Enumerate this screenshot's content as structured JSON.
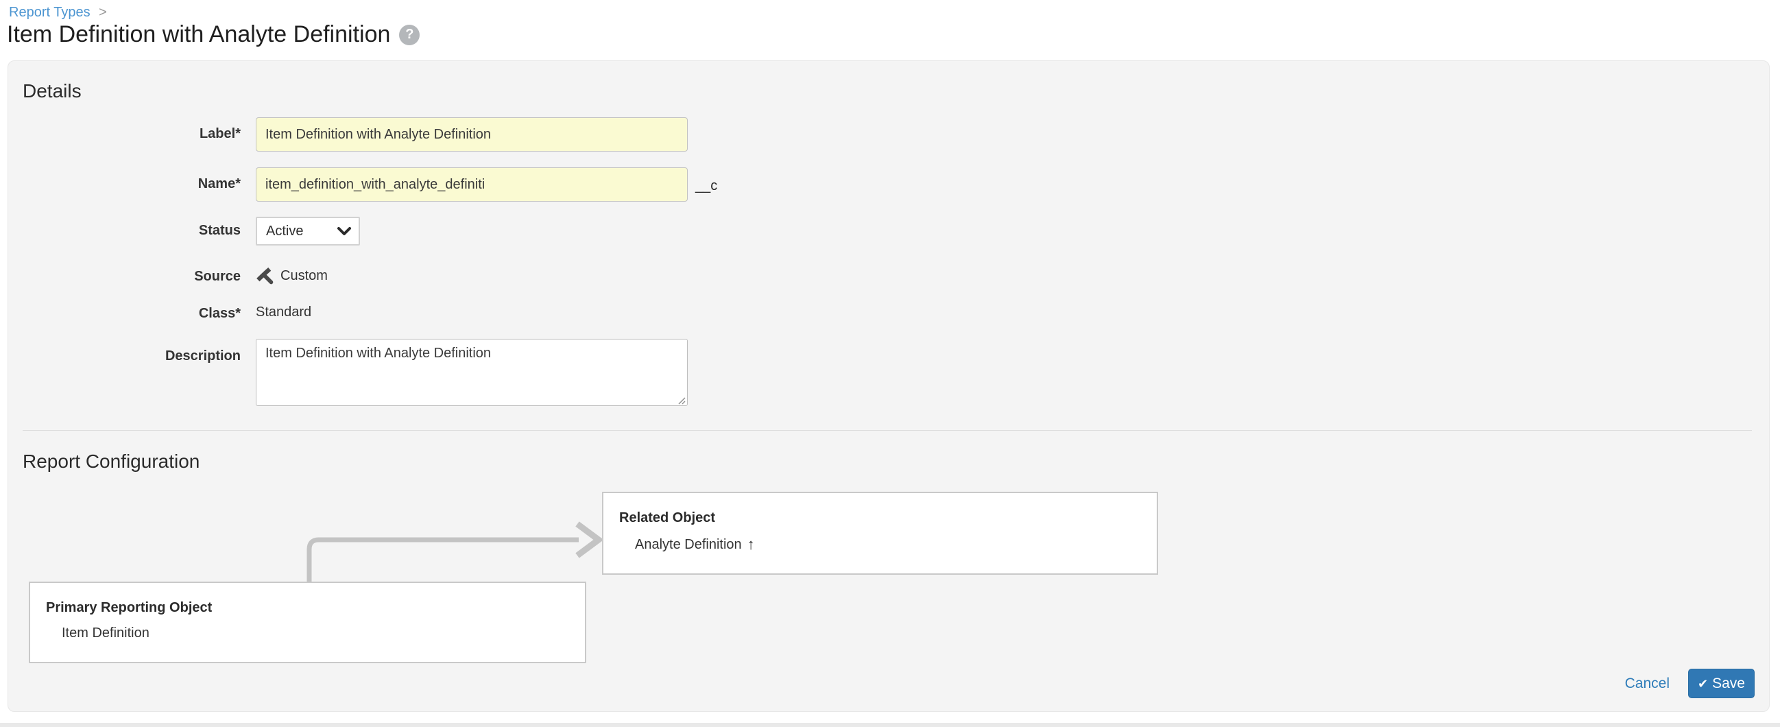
{
  "breadcrumb": {
    "link_label": "Report Types",
    "separator": ">"
  },
  "page": {
    "title": "Item Definition with Analyte Definition",
    "help_glyph": "?"
  },
  "details": {
    "heading": "Details",
    "label_field": {
      "label": "Label",
      "marker": "*",
      "value": "Item Definition with Analyte Definition"
    },
    "name_field": {
      "label": "Name",
      "marker": "*",
      "value": "item_definition_with_analyte_definiti",
      "suffix": "__c"
    },
    "status_field": {
      "label": "Status",
      "marker": "",
      "value": "Active"
    },
    "source_field": {
      "label": "Source",
      "marker": "",
      "value": "Custom",
      "icon": "wrench-icon"
    },
    "class_field": {
      "label": "Class",
      "marker": "*",
      "value": "Standard"
    },
    "description_field": {
      "label": "Description",
      "marker": "",
      "value": "Item Definition with Analyte Definition"
    }
  },
  "report_configuration": {
    "heading": "Report Configuration",
    "related_object_box": {
      "title": "Related Object",
      "object_name": "Analyte Definition",
      "direction_glyph": "↑"
    },
    "primary_object_box": {
      "title": "Primary Reporting Object",
      "object_name": "Item Definition"
    }
  },
  "footer": {
    "cancel_label": "Cancel",
    "save_label": "Save",
    "save_check_glyph": "✔"
  },
  "colors": {
    "link_blue": "#4c95d1",
    "action_blue": "#3078b4",
    "field_highlight_yellow": "#fafad2",
    "panel_background": "#f4f4f4",
    "connector_gray": "#c3c3c3",
    "box_border_gray": "#c9c9c9"
  }
}
